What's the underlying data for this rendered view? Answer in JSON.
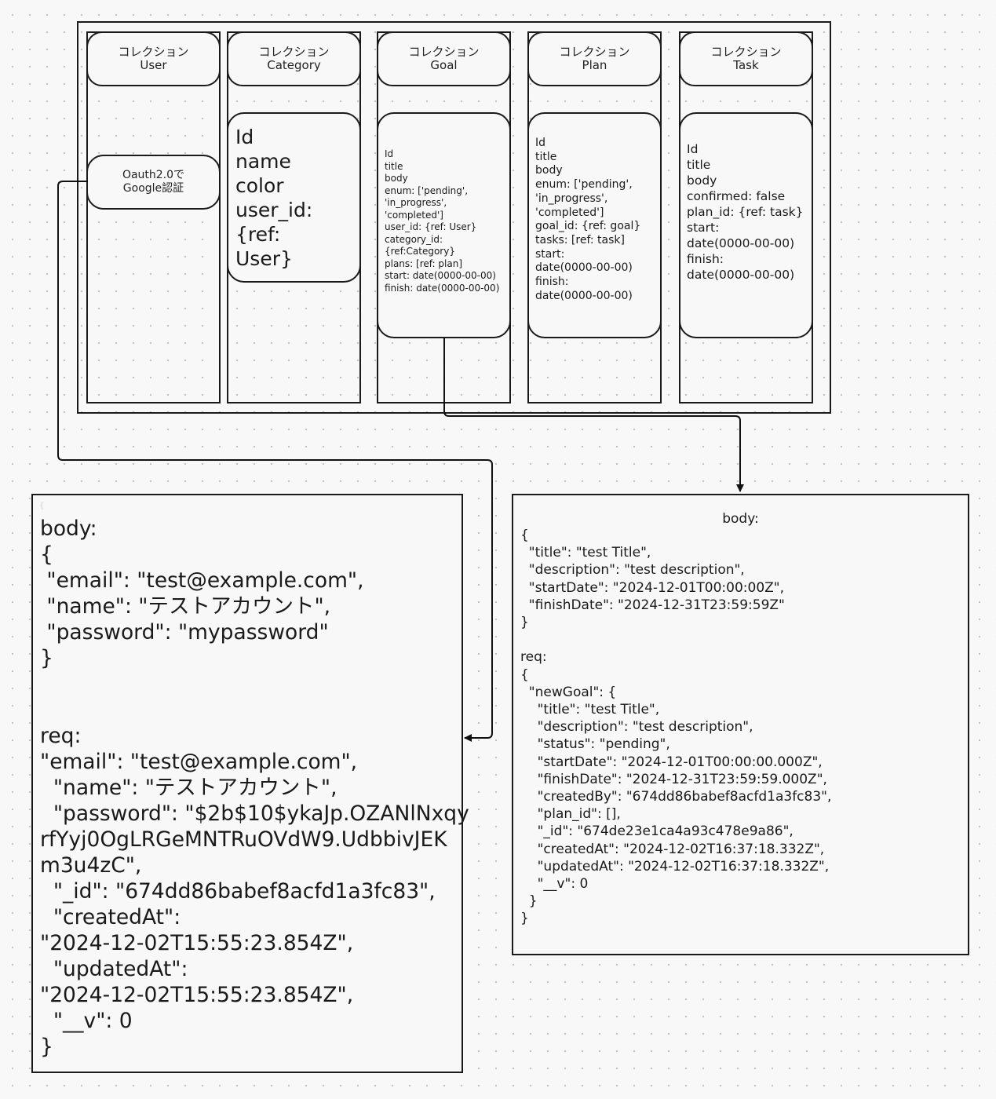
{
  "collections": [
    {
      "id": "user",
      "header": "コレクション\nUser"
    },
    {
      "id": "category",
      "header": "コレクション\nCategory",
      "fields": "Id\nname\ncolor\nuser_id: {ref:\nUser}"
    },
    {
      "id": "goal",
      "header": "コレクション\nGoal",
      "fields": "Id\ntitle\nbody\nenum: ['pending',\n'in_progress',\n'completed']\nuser_id: {ref: User}\ncategory_id:\n{ref:Category}\nplans: [ref: plan]\nstart: date(0000-00-00)\nfinish: date(0000-00-00)"
    },
    {
      "id": "plan",
      "header": "コレクション\nPlan",
      "fields": "Id\ntitle\nbody\nenum: ['pending',\n'in_progress',\n'completed']\ngoal_id: {ref: goal}\ntasks: [ref: task]\nstart:\ndate(0000-00-00)\nfinish:\ndate(0000-00-00)"
    },
    {
      "id": "task",
      "header": "コレクション\nTask",
      "fields": "Id\ntitle\nbody\nconfirmed: false\nplan_id: {ref: task}\nstart:\ndate(0000-00-00)\nfinish:\ndate(0000-00-00)"
    }
  ],
  "oauth_label": "Oauth2.0で\nGoogle認証",
  "user_panel": {
    "brace_mark": "{",
    "text": "body:\n{\n \"email\": \"test@example.com\",\n \"name\": \"テストアカウント\",\n \"password\": \"mypassword\"\n}\n\n\nreq:\n\"email\": \"test@example.com\",\n  \"name\": \"テストアカウント\",\n  \"password\": \"$2b$10$ykaJp.OZANlNxqy\nrfYyj0OgLRGeMNTRuOVdW9.UdbbivJEK\nm3u4zC\",\n  \"_id\": \"674dd86babef8acfd1a3fc83\",\n  \"createdAt\":\n\"2024-12-02T15:55:23.854Z\",\n  \"updatedAt\":\n\"2024-12-02T15:55:23.854Z\",\n  \"__v\": 0\n}"
  },
  "goal_panel": {
    "title": "body:",
    "text": "{\n  \"title\": \"test Title\",\n  \"description\": \"test description\",\n  \"startDate\": \"2024-12-01T00:00:00Z\",\n  \"finishDate\": \"2024-12-31T23:59:59Z\"\n}\n\nreq:\n{\n  \"newGoal\": {\n    \"title\": \"test Title\",\n    \"description\": \"test description\",\n    \"status\": \"pending\",\n    \"startDate\": \"2024-12-01T00:00:00.000Z\",\n    \"finishDate\": \"2024-12-31T23:59:59.000Z\",\n    \"createdBy\": \"674dd86babef8acfd1a3fc83\",\n    \"plan_id\": [],\n    \"_id\": \"674de23e1ca4a93c478e9a86\",\n    \"createdAt\": \"2024-12-02T16:37:18.332Z\",\n    \"updatedAt\": \"2024-12-02T16:37:18.332Z\",\n    \"__v\": 0\n  }\n}"
  }
}
